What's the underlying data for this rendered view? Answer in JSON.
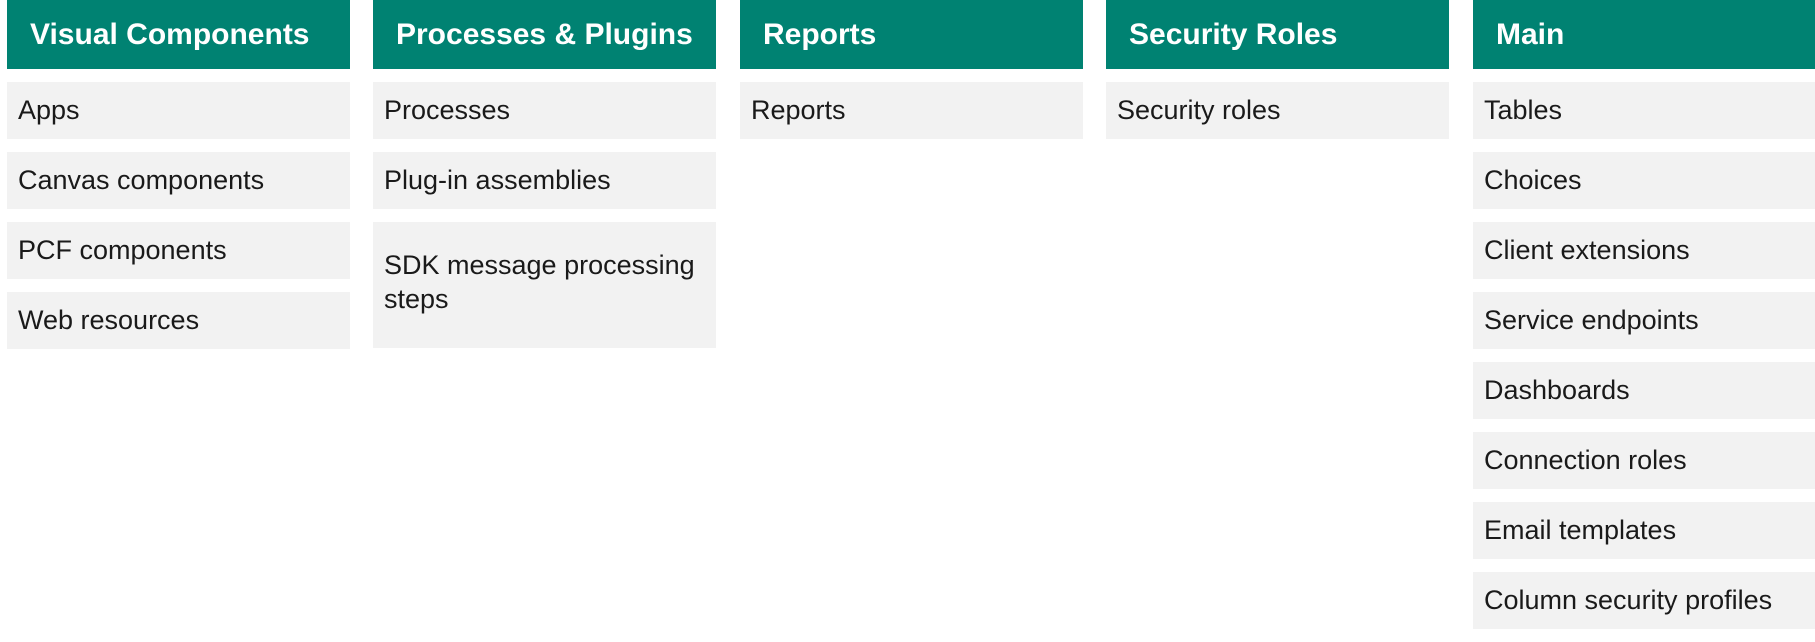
{
  "columns": [
    {
      "title": "Visual Components",
      "items": [
        "Apps",
        "Canvas components",
        "PCF components",
        "Web resources"
      ]
    },
    {
      "title": "Processes & Plugins",
      "items": [
        "Processes",
        "Plug-in assemblies",
        "SDK message processing steps"
      ]
    },
    {
      "title": "Reports",
      "items": [
        "Reports"
      ]
    },
    {
      "title": "Security Roles",
      "items": [
        "Security roles"
      ]
    },
    {
      "title": "Main",
      "items": [
        "Tables",
        "Choices",
        "Client extensions",
        "Service endpoints",
        "Dashboards",
        "Connection roles",
        "Email templates",
        "Column security profiles"
      ]
    }
  ],
  "colors": {
    "header_bg": "#008272",
    "item_bg": "#f2f2f2"
  }
}
